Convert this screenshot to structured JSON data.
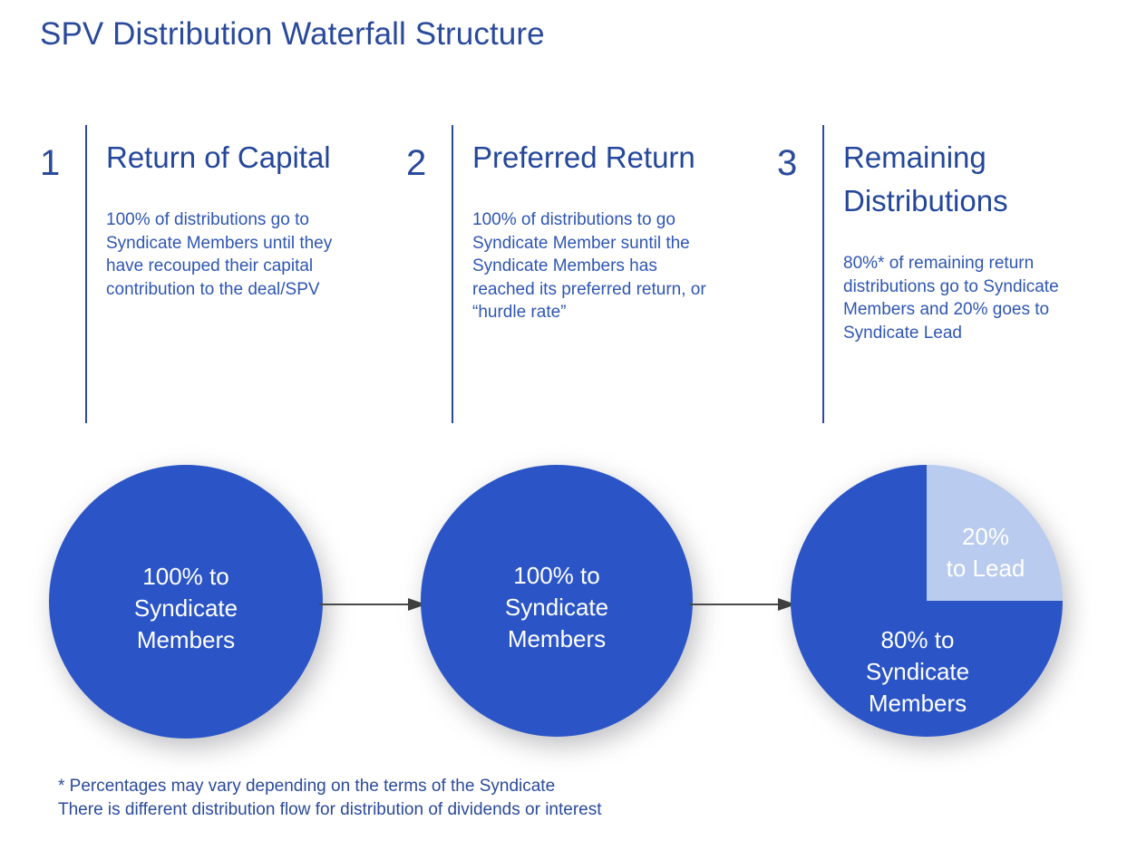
{
  "page": {
    "title": "SPV Distribution Waterfall Structure",
    "accent_dark_blue": "#2b55c6",
    "accent_light_blue": "#b9cbee",
    "heading_navy": "#2a4a9b",
    "body_blue": "#2f56b3",
    "arrow_color": "#4a4a4a",
    "background": "#ffffff"
  },
  "steps": [
    {
      "number": "1",
      "heading": "Return of Capital",
      "text": "100% of distributions go to Syndicate Members  until they have recouped their capital contribution to the deal/SPV"
    },
    {
      "number": "2",
      "heading": "Preferred Return",
      "text": "100% of distributions to go Syndicate Member suntil the Syndicate Members has reached its preferred return, or “hurdle rate”"
    },
    {
      "number": "3",
      "heading": "Remaining Distributions",
      "text": "80%* of remaining return distributions go to Syndicate Members and 20% goes to Syndicate Lead"
    }
  ],
  "flow": {
    "nodes": [
      {
        "id": "node-1",
        "shape": "circle",
        "label": "100% to\nSyndicate\nMembers"
      },
      {
        "id": "node-2",
        "shape": "circle",
        "label": "100% to\nSyndicate\nMembers"
      },
      {
        "id": "node-3",
        "shape": "pie",
        "slices": [
          {
            "name": "lead",
            "value": 20,
            "label": "20%\nto Lead",
            "color": "#b9cbee"
          },
          {
            "name": "syndicate-members",
            "value": 80,
            "label": "80% to\nSyndicate\nMembers",
            "color": "#2b55c6"
          }
        ]
      }
    ],
    "connectors": [
      {
        "id": "arrow-1",
        "from": "node-1",
        "to": "node-2"
      },
      {
        "id": "arrow-2",
        "from": "node-2",
        "to": "node-3"
      }
    ]
  },
  "footnotes": {
    "line1": "* Percentages may vary depending on the terms of the Syndicate",
    "line2": "There is different distribution flow for distribution of dividends or interest"
  },
  "chart_data": {
    "type": "pie",
    "title": "Remaining Distributions split",
    "categories": [
      "20% to Lead",
      "80% to Syndicate Members"
    ],
    "values": [
      20,
      80
    ],
    "colors": [
      "#b9cbee",
      "#2b55c6"
    ],
    "legend": "inside-slices"
  }
}
